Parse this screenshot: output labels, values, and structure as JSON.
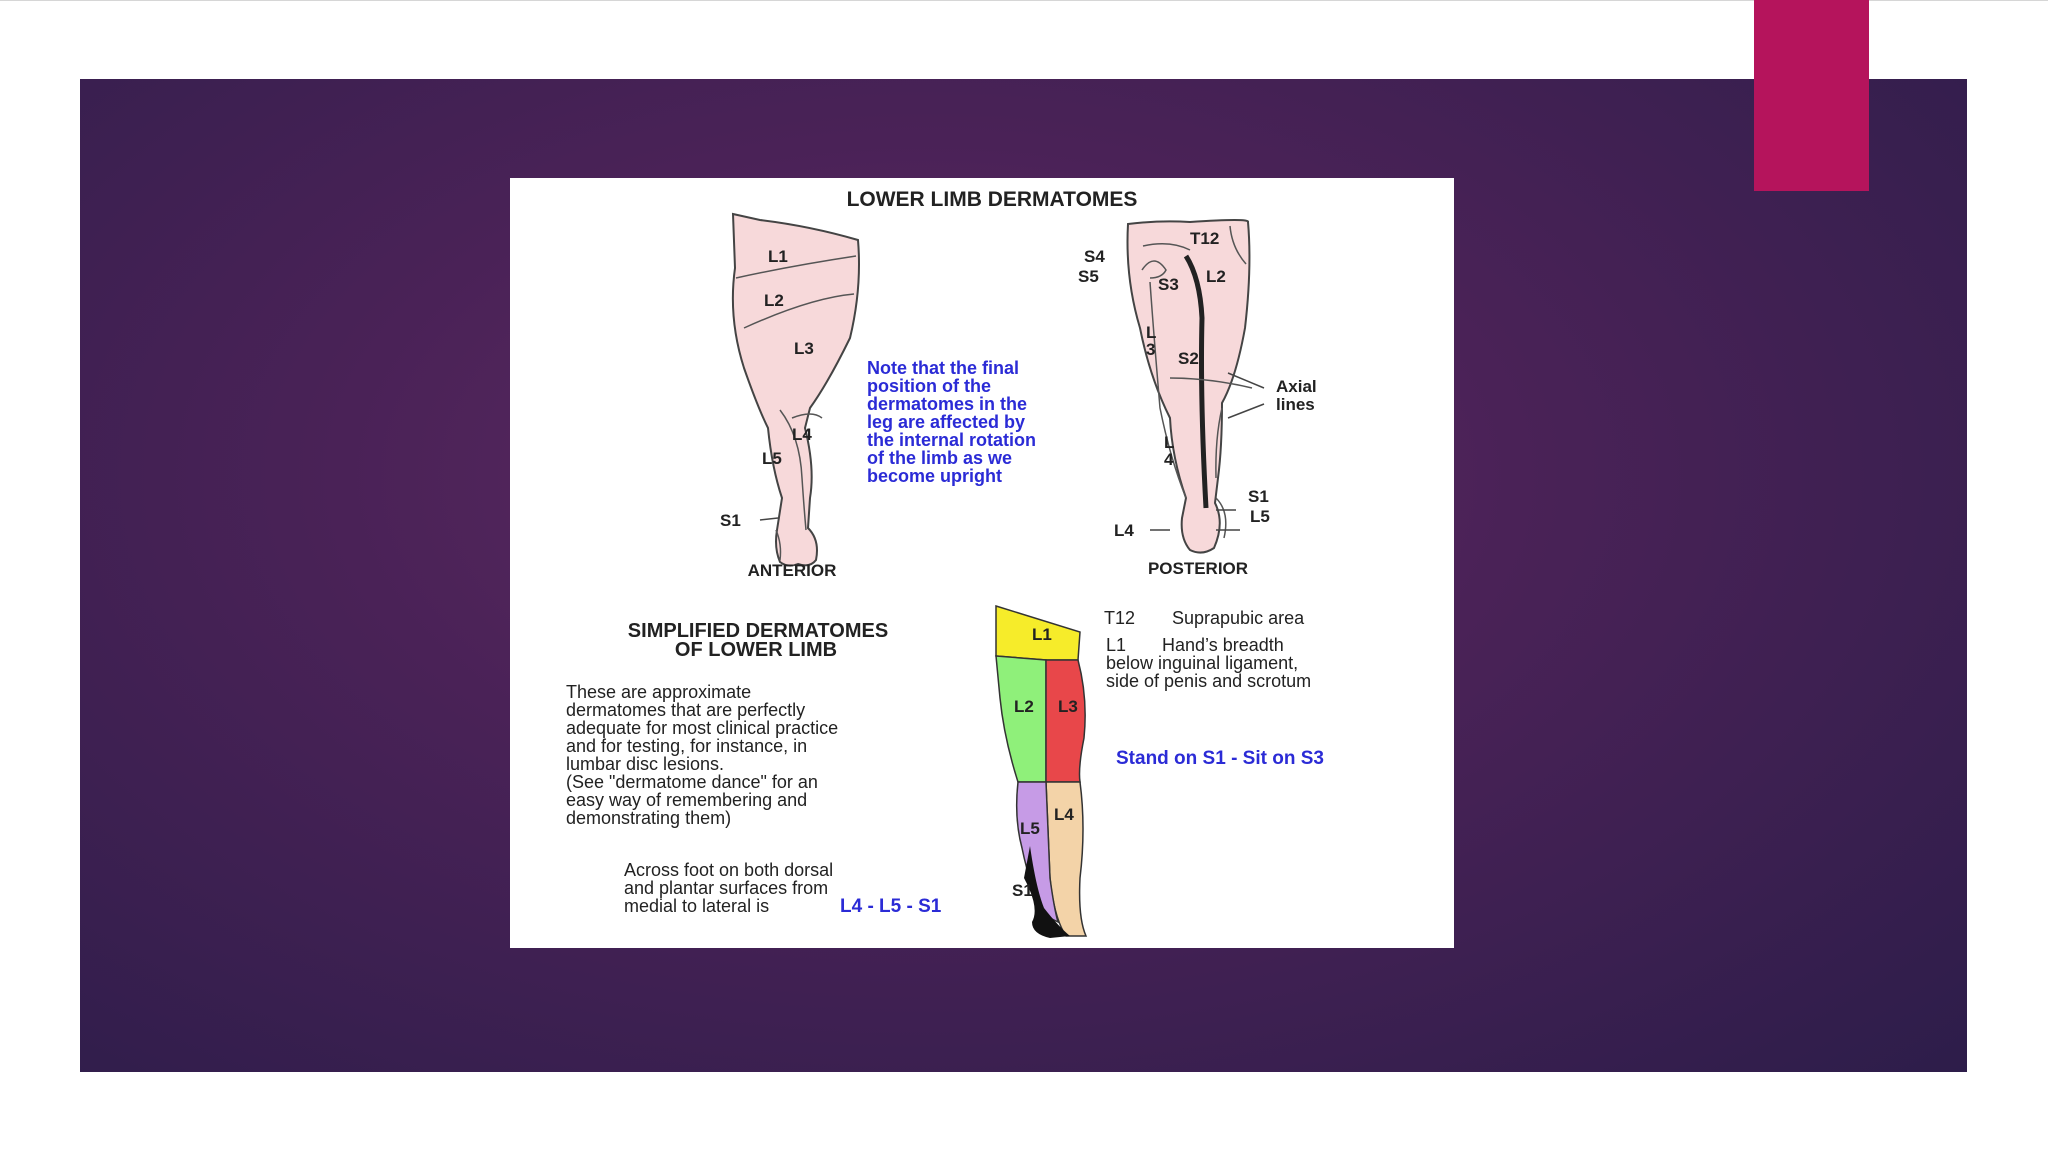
{
  "slide": {
    "figure": {
      "title": "LOWER LIMB DERMATOMES",
      "anterior": {
        "caption": "ANTERIOR",
        "labels": {
          "l1": "L1",
          "l2": "L2",
          "l3": "L3",
          "l4": "L4",
          "l5": "L5",
          "s1": "S1"
        }
      },
      "note_lines": [
        "Note that the final",
        "position of the",
        "dermatomes in the",
        "leg are affected by",
        "the internal rotation",
        "of the limb as we",
        "become upright"
      ],
      "posterior": {
        "caption": "POSTERIOR",
        "labels": {
          "t12": "T12",
          "s4": "S4",
          "s5": "S5",
          "s3": "S3",
          "l2": "L2",
          "l3_a": "L",
          "l3_b": "3",
          "s2": "S2",
          "l4_a": "L",
          "l4_b": "4",
          "s1": "S1",
          "l5": "L5",
          "l4": "L4"
        },
        "axial_lines": [
          "Axial",
          "lines"
        ]
      },
      "simplified": {
        "title_lines": [
          "SIMPLIFIED DERMATOMES",
          "OF LOWER LIMB"
        ],
        "body_lines": [
          "These are approximate",
          "dermatomes that are perfectly",
          "adequate for most clinical practice",
          "and for testing, for instance, in",
          "lumbar disc lesions.",
          "(See \"dermatome dance\" for an",
          "easy way of remembering and",
          "demonstrating them)"
        ],
        "foot_lines": [
          "Across foot on both dorsal",
          "and plantar surfaces from",
          "medial to lateral is"
        ],
        "foot_sequence": "L4 - L5 - S1",
        "leg_labels": {
          "l1": "L1",
          "l2": "L2",
          "l3": "L3",
          "l4": "L4",
          "l5": "L5",
          "s1": "S1"
        },
        "t12_code": "T12",
        "t12_desc": "Suprapubic area",
        "l1_code": "L1",
        "l1_desc_lines": [
          "Hand’s breadth",
          "below inguinal ligament,",
          "side of penis and scrotum"
        ],
        "mnemonic": "Stand on S1 - Sit on S3"
      }
    }
  },
  "colors": {
    "slide_background": "#4a2257",
    "accent": "#b5145c",
    "skin": "#f7d9da",
    "note_blue": "#2b2bd6",
    "zone_l1": "#f6ec2a",
    "zone_l2": "#8ff07a",
    "zone_l3": "#e8474a",
    "zone_l4": "#f3d3a8",
    "zone_l5": "#c69be6",
    "zone_s1": "#111111"
  }
}
